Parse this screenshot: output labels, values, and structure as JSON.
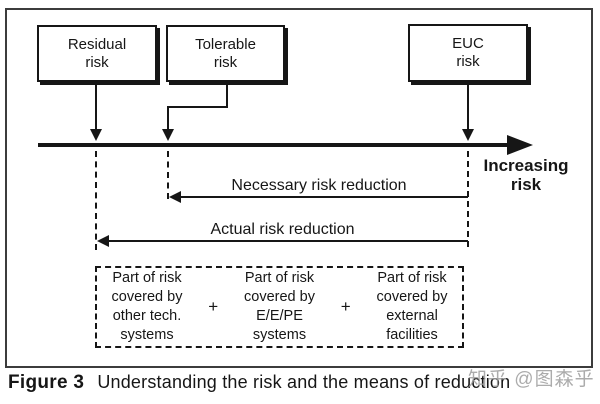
{
  "diagram": {
    "boxes": {
      "residual": "Residual\nrisk",
      "tolerable": "Tolerable\nrisk",
      "euc": "EUC\nrisk"
    },
    "axis_label": "Increasing\nrisk",
    "necessary_label": "Necessary risk reduction",
    "actual_label": "Actual risk reduction",
    "coverage": {
      "part1": "Part of risk\ncovered by\nother tech.\nsystems",
      "plus1": "+",
      "part2": "Part of risk\ncovered by\nE/E/PE\nsystems",
      "plus2": "+",
      "part3": "Part of risk\ncovered by\nexternal\nfacilities"
    }
  },
  "caption": {
    "label": "Figure 3",
    "text": "Understanding the risk and the means of reduction"
  },
  "watermark": "知乎 @图森乎",
  "colors": {
    "ink": "#161616",
    "frame": "#3c3c3c",
    "watermark": "#b5b5b5",
    "background": "#ffffff"
  }
}
